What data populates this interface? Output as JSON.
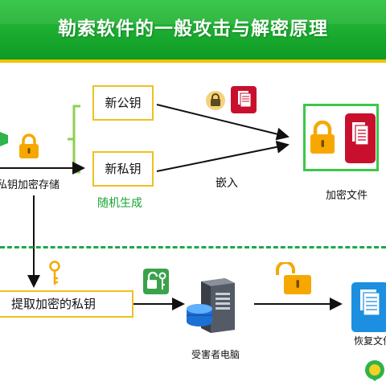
{
  "title": "勒索软件的一般攻击与解密原理",
  "top": {
    "new_public_key": "新公钥",
    "new_private_key": "新私钥",
    "random_generated": "随机生成",
    "encrypt_store_private": "私钥加密存储",
    "embed": "嵌入",
    "encrypted_file": "加密文件"
  },
  "bottom": {
    "extract_private_key": "提取加密的私钥",
    "victim_computer": "受害者电脑",
    "restore_file": "恢复文件"
  },
  "colors": {
    "banner_green": "#13a52a",
    "accent_yellow": "#f0c020",
    "frame_green": "#3cc74a",
    "dash_green": "#1ea84a",
    "doc_red": "#c8102e",
    "lock_orange": "#f6a800"
  },
  "icons": [
    "lock-icon",
    "document-icon",
    "key-icon",
    "server-icon",
    "green-logo-icon"
  ]
}
